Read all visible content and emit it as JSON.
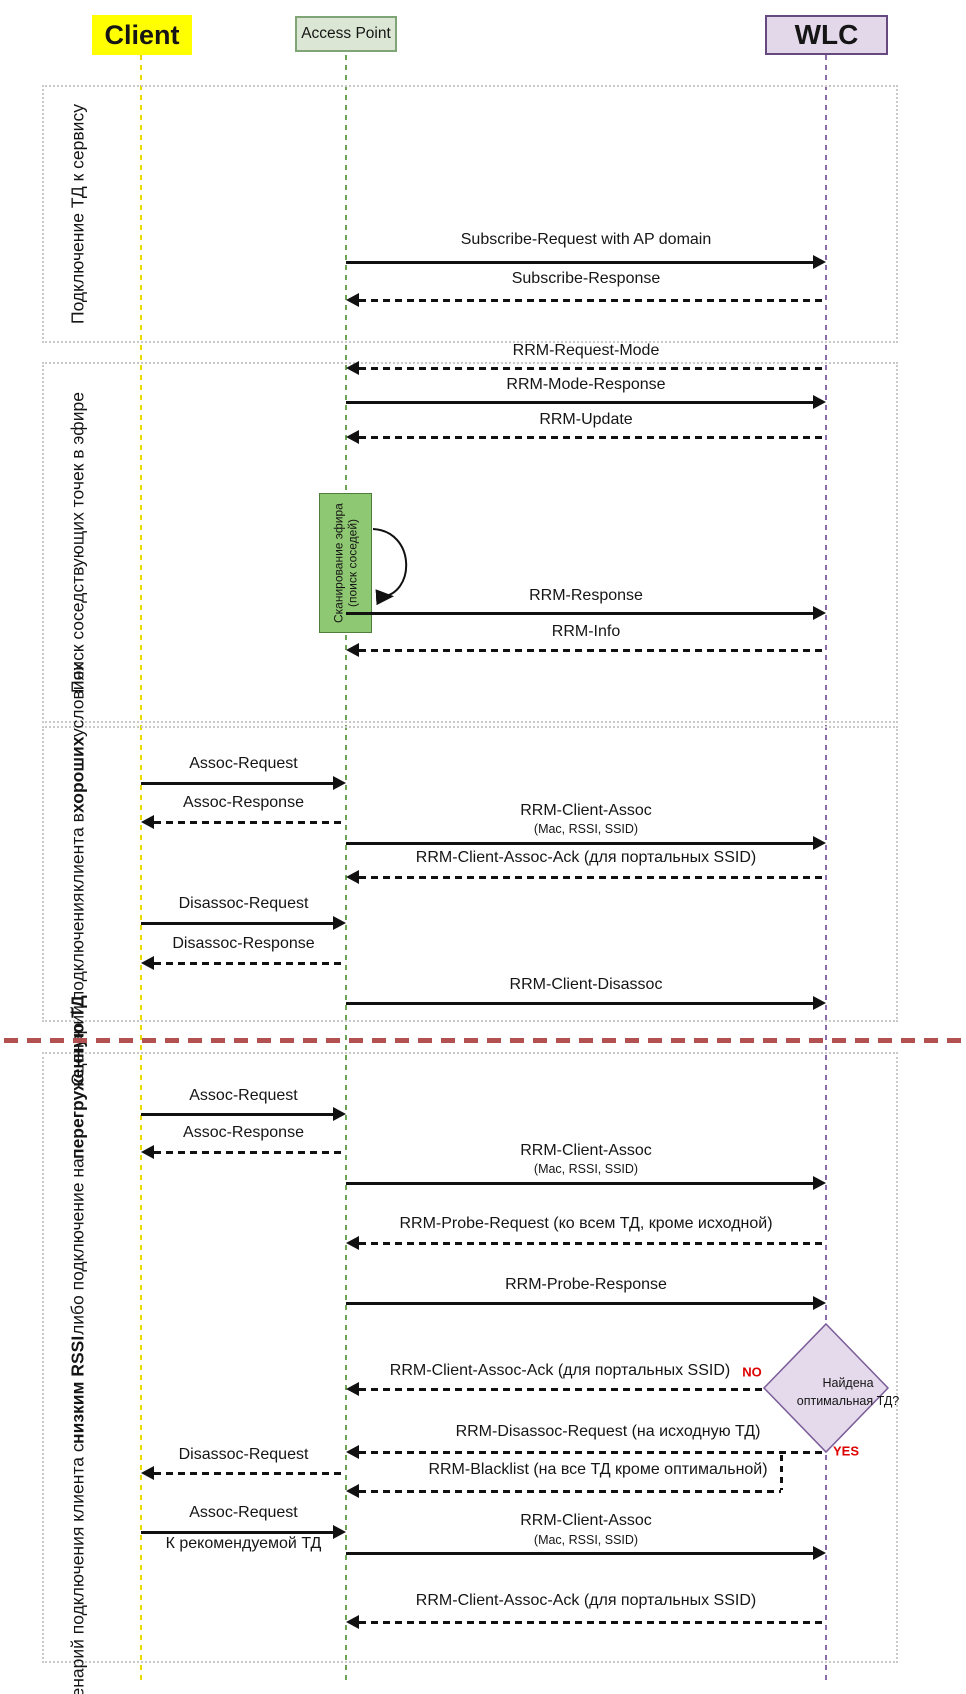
{
  "diagram": {
    "actors": [
      {
        "id": "client",
        "label": "Client"
      },
      {
        "id": "ap",
        "label": "Access Point"
      },
      {
        "id": "wlc",
        "label": "WLC"
      }
    ],
    "sections": [
      {
        "label": [
          [
            {
              "t": "Подключение ТД к сервису"
            }
          ]
        ]
      },
      {
        "label": [
          [
            {
              "t": "Поиск соседствующих точек в эфире"
            }
          ]
        ]
      },
      {
        "label": [
          [
            {
              "t": "Сценарий подключения"
            }
          ],
          [
            {
              "t": "клиента в "
            },
            {
              "t": "хороших",
              "b": true
            },
            {
              "t": " условиях"
            }
          ]
        ]
      },
      {
        "label": [
          [
            {
              "t": "Сценарий подключения клиента с "
            },
            {
              "t": "низким RSSI",
              "b": true
            }
          ],
          [
            {
              "t": "либо подключение на "
            },
            {
              "t": "перегруженную ТД",
              "b": true
            }
          ]
        ]
      }
    ],
    "messages": [
      {
        "label": "Subscribe-Request with AP domain",
        "from": "ap",
        "to": "wlc",
        "line": "solid"
      },
      {
        "label": "Subscribe-Response",
        "from": "wlc",
        "to": "ap",
        "line": "dashed"
      },
      {
        "label": "RRM-Request-Mode",
        "from": "wlc",
        "to": "ap",
        "line": "dashed"
      },
      {
        "label": "RRM-Mode-Response",
        "from": "ap",
        "to": "wlc",
        "line": "solid"
      },
      {
        "label": "RRM-Update",
        "from": "wlc",
        "to": "ap",
        "line": "dashed"
      },
      {
        "label": "RRM-Response",
        "from": "ap",
        "to": "wlc",
        "line": "solid"
      },
      {
        "label": "RRM-Info",
        "from": "wlc",
        "to": "ap",
        "line": "dashed"
      },
      {
        "label": "Assoc-Request",
        "from": "client",
        "to": "ap",
        "line": "solid"
      },
      {
        "label": "Assoc-Response",
        "from": "ap",
        "to": "client",
        "line": "dashed"
      },
      {
        "label": "RRM-Client-Assoc",
        "sub": "(Mac, RSSI, SSID)",
        "from": "ap",
        "to": "wlc",
        "line": "solid"
      },
      {
        "label": "RRM-Client-Assoc-Ack (для портальных SSID)",
        "from": "wlc",
        "to": "ap",
        "line": "dashed"
      },
      {
        "label": "Disassoc-Request",
        "from": "client",
        "to": "ap",
        "line": "solid"
      },
      {
        "label": "Disassoc-Response",
        "from": "ap",
        "to": "client",
        "line": "dashed"
      },
      {
        "label": "RRM-Client-Disassoc",
        "from": "ap",
        "to": "wlc",
        "line": "solid"
      },
      {
        "label": "Assoc-Request",
        "from": "client",
        "to": "ap",
        "line": "solid"
      },
      {
        "label": "Assoc-Response",
        "from": "ap",
        "to": "client",
        "line": "dashed"
      },
      {
        "label": "RRM-Client-Assoc",
        "sub": "(Mac, RSSI, SSID)",
        "from": "ap",
        "to": "wlc",
        "line": "solid"
      },
      {
        "label": "RRM-Probe-Request (ко всем ТД, кроме исходной)",
        "from": "wlc",
        "to": "ap",
        "line": "dashed"
      },
      {
        "label": "RRM-Probe-Response",
        "from": "ap",
        "to": "wlc",
        "line": "solid"
      },
      {
        "label": "RRM-Client-Assoc-Ack (для портальных SSID)",
        "from": "diamond",
        "to": "ap",
        "line": "dashed"
      },
      {
        "label": "RRM-Disassoc-Request (на исходную ТД)",
        "from": "wlc",
        "to": "ap",
        "line": "dashed"
      },
      {
        "label": "Disassoc-Request",
        "from": "ap",
        "to": "client",
        "line": "dashed"
      },
      {
        "label": "RRM-Blacklist (на все ТД кроме оптимальной)",
        "from": "elbow",
        "to": "ap",
        "line": "dashed"
      },
      {
        "label": "Assoc-Request",
        "sub_below": "К рекомендуемой ТД",
        "from": "client",
        "to": "ap",
        "line": "solid"
      },
      {
        "label": "RRM-Client-Assoc",
        "sub": "(Mac, RSSI, SSID)",
        "from": "ap",
        "to": "wlc",
        "line": "solid"
      },
      {
        "label": "RRM-Client-Assoc-Ack (для портальных SSID)",
        "from": "wlc",
        "to": "ap",
        "line": "dashed"
      }
    ],
    "activity": {
      "line1": "Сканирование эфира",
      "line2": "(поиск соседей)"
    },
    "decision": {
      "line1": "Найдена",
      "line2": "оптимальная ТД?",
      "no": "NO",
      "yes": "YES"
    },
    "colors": {
      "client_fill": "#ffff00",
      "ap_fill": "#dbe7d4",
      "ap_border": "#7fa577",
      "wlc_fill": "#e2d8ea",
      "wlc_border": "#66497f",
      "activity_fill": "#8fc872",
      "activity_border": "#4e7d3a",
      "decision_fill": "#e4daeb",
      "decision_border": "#7a5c98",
      "divider_red": "#b35150",
      "tag_red": "#dd0000"
    }
  }
}
